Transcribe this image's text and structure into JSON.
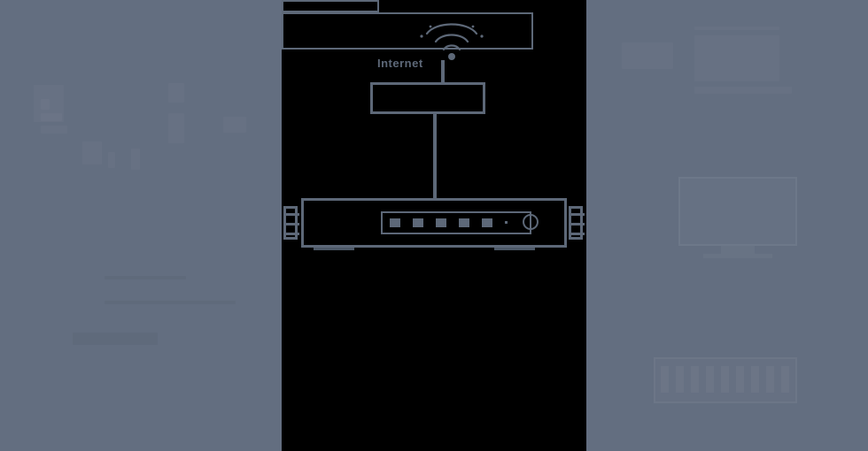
{
  "meta": {
    "title": "Network Topology Diagram",
    "background_color": "#000000",
    "panel_color": "#636e80",
    "stroke_color": "#5d6878"
  },
  "left_panel": {
    "name": "left-content-panel",
    "note": "low-contrast text block, illegible at capture resolution",
    "text_lines": [
      "",
      "",
      "",
      "",
      ""
    ]
  },
  "diagram": {
    "caption": "",
    "nodes": [
      {
        "id": "internet",
        "label": "Internet",
        "icon": "wifi-cloud-icon",
        "type": "cloud"
      },
      {
        "id": "router",
        "label": "",
        "icon": "router-icon",
        "type": "device"
      },
      {
        "id": "switch",
        "label": "",
        "icon": "switch-icon",
        "type": "device"
      }
    ],
    "links": [
      {
        "from": "internet",
        "to": "router",
        "label": ""
      },
      {
        "from": "router",
        "to": "switch",
        "label": ""
      }
    ],
    "trunk_label": "",
    "switch": {
      "brand_label": "",
      "port_count": 6,
      "power_icon": "power-icon",
      "left_ear_slots": 3,
      "right_ear_slots": 3
    }
  },
  "right_panel": {
    "name": "right-content-panel",
    "workstation": {
      "monitor_icon": "monitor-icon",
      "keyboard_icon": "keyboard-icon",
      "key_count": 9,
      "label": ""
    },
    "text_lines": [
      "",
      "",
      ""
    ]
  }
}
